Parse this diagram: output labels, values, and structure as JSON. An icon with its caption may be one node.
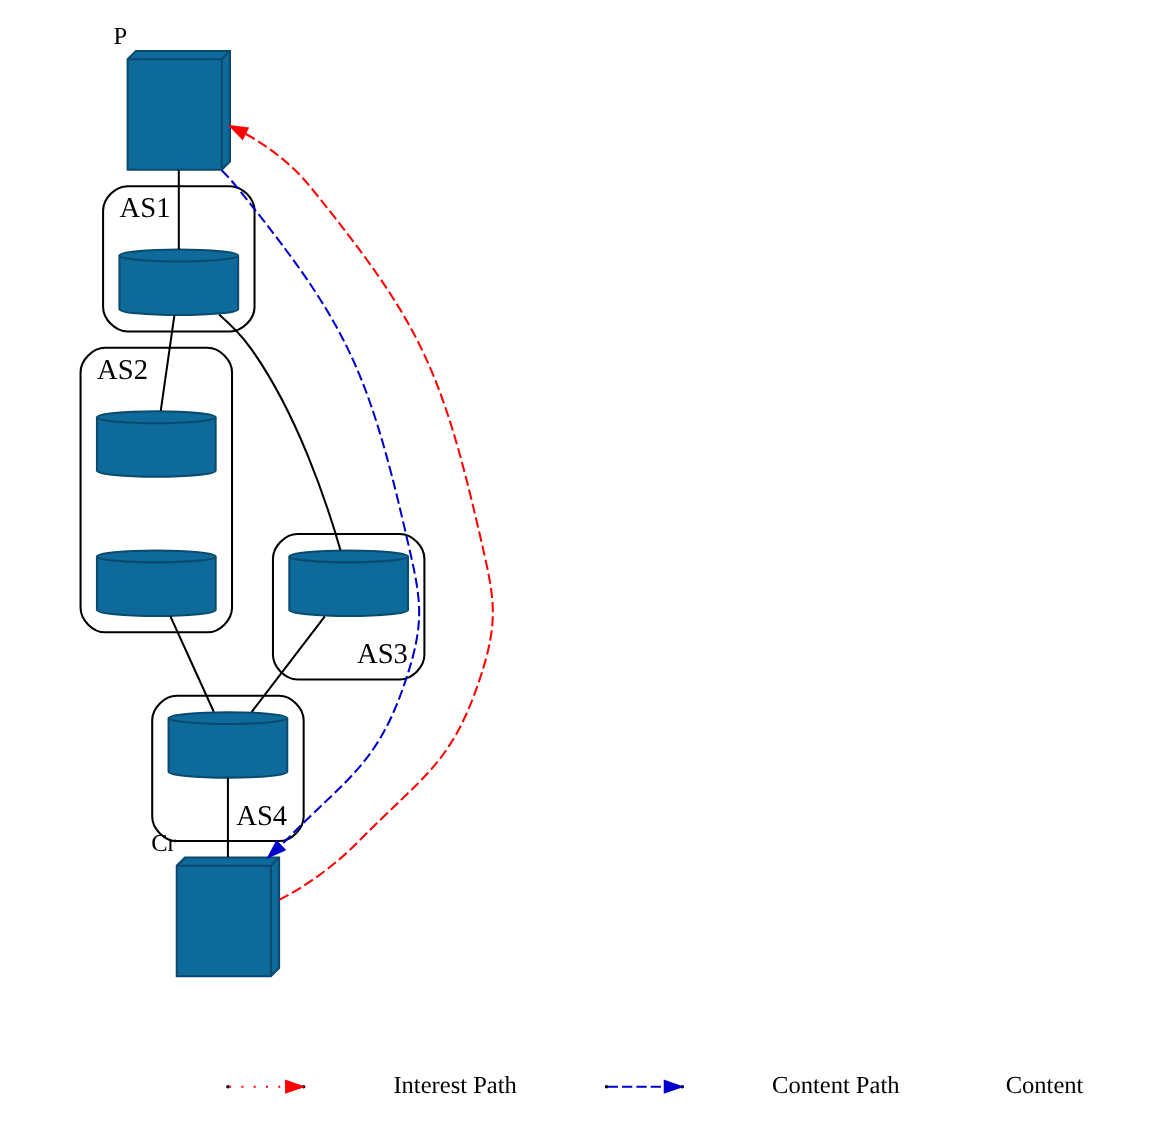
{
  "diagram": {
    "nodes": [
      {
        "text": [],
        "shape": "picture",
        "beside": [
          "P"
        ]
      },
      {
        "text": [
          "AS1"
        ]
      },
      {
        "text": [],
        "shape": "cylinder",
        "in": 1
      },
      {
        "text": [
          "AS2"
        ]
      },
      {
        "text": [],
        "shape": "cylinder",
        "in": 3
      },
      {
        "text": [],
        "shape": "cylinder",
        "in": 3
      },
      {
        "text": [
          "AS3"
        ]
      },
      {
        "text": [],
        "shape": "cylinder",
        "in": 6
      },
      {
        "text": [
          "AS4"
        ]
      },
      {
        "text": [],
        "shape": "cylinder",
        "in": 8
      },
      {
        "text": [],
        "shape": "picture",
        "beside": [
          "Cr"
        ]
      }
    ],
    "edges": [
      {
        "from": 0,
        "to": 2,
        "arrow": "none"
      },
      {
        "from": 2,
        "to": 4,
        "arrow": "none"
      },
      {
        "from": 2,
        "to": 7,
        "arrow": "none"
      },
      {
        "from": 5,
        "to": 9,
        "arrow": "none"
      },
      {
        "from": 7,
        "to": 9,
        "arrow": "none"
      },
      {
        "from": 9,
        "to": 10,
        "arrow": "none"
      },
      {
        "from": 10,
        "to": 0,
        "arrow": "to",
        "style": "dashed",
        "color": "#ff0000"
      },
      {
        "from": 0,
        "to": 10,
        "arrow": "to",
        "style": "dashed",
        "color": "#0000cc"
      }
    ],
    "legend": [
      {
        "text": "Interest Path"
      },
      {
        "text": "Content Path"
      },
      {
        "text": "Content"
      }
    ]
  }
}
